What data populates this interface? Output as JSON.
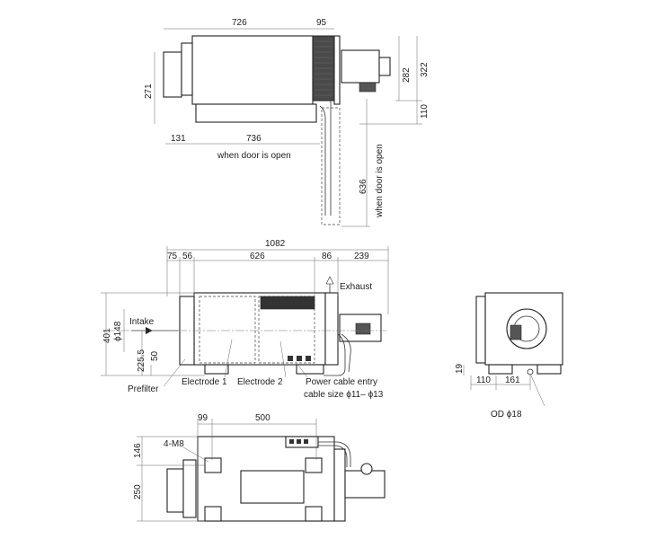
{
  "top_view": {
    "dims": [
      "726",
      "95",
      "282",
      "322",
      "271",
      "110",
      "131",
      "736",
      "636"
    ],
    "notes": [
      "when door is open",
      "when door is open"
    ]
  },
  "front_view": {
    "dims": [
      "1082",
      "75",
      "56",
      "626",
      "86",
      "239",
      "401",
      "225.5",
      "50"
    ],
    "diameter": "ϕ148",
    "labels": {
      "exhaust": "Exhaust",
      "intake": "Intake",
      "prefilter": "Prefilter",
      "electrode1": "Electrode 1",
      "electrode2": "Electrode 2",
      "power": "Power cable entry",
      "cable": "cable size  ϕ11– ϕ13"
    }
  },
  "side_view": {
    "dims": [
      "19",
      "110",
      "161"
    ],
    "od": "OD ϕ18"
  },
  "bottom_view": {
    "dims": [
      "99",
      "500",
      "146",
      "250"
    ],
    "bolts": "4-M8"
  }
}
